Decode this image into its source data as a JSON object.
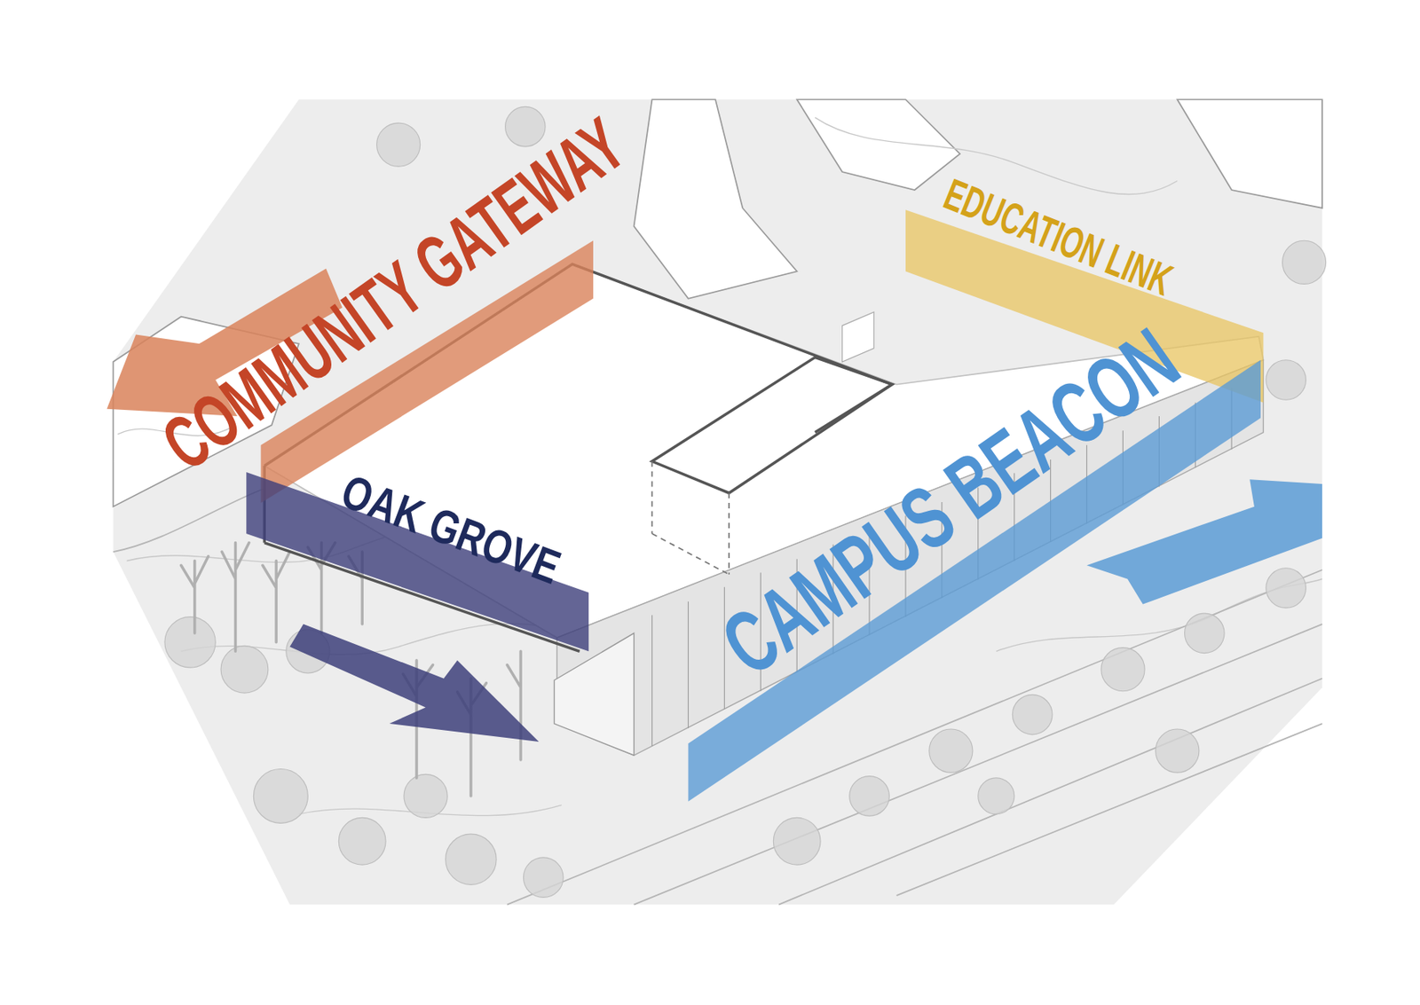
{
  "diagram": {
    "labels": [
      "COMMUNITY GATEWAY",
      "OAK GROVE",
      "EDUCATION LINK",
      "CAMPUS BEACON"
    ]
  }
}
